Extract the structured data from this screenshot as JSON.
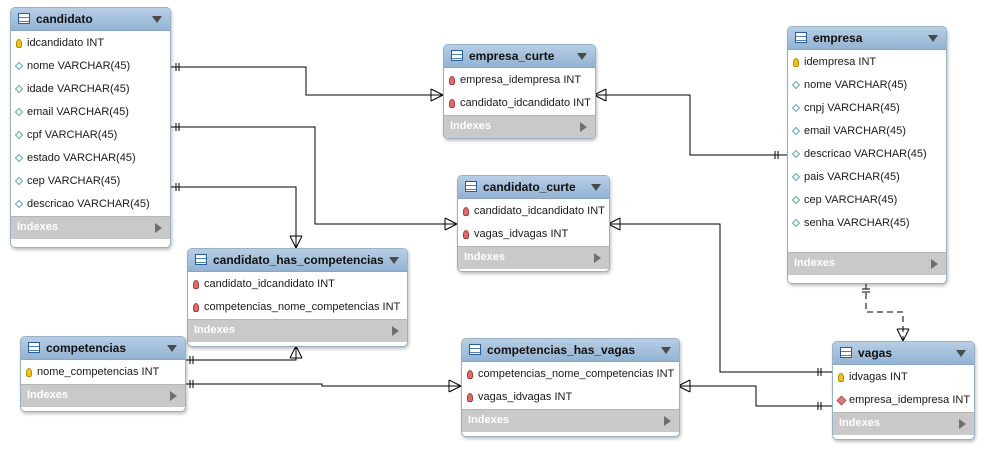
{
  "tables": {
    "candidato": {
      "name": "candidato",
      "columns": [
        {
          "label": "idcandidato INT",
          "kind": "pk"
        },
        {
          "label": "nome VARCHAR(45)",
          "kind": "col"
        },
        {
          "label": "idade VARCHAR(45)",
          "kind": "col"
        },
        {
          "label": "email VARCHAR(45)",
          "kind": "col"
        },
        {
          "label": "cpf VARCHAR(45)",
          "kind": "col"
        },
        {
          "label": "estado VARCHAR(45)",
          "kind": "col"
        },
        {
          "label": "cep VARCHAR(45)",
          "kind": "col"
        },
        {
          "label": "descricao VARCHAR(45)",
          "kind": "col"
        }
      ],
      "indexes_label": "Indexes"
    },
    "empresa_curte": {
      "name": "empresa_curte",
      "columns": [
        {
          "label": "empresa_idempresa INT",
          "kind": "fk"
        },
        {
          "label": "candidato_idcandidato INT",
          "kind": "fk"
        }
      ],
      "indexes_label": "Indexes"
    },
    "empresa": {
      "name": "empresa",
      "columns": [
        {
          "label": "idempresa INT",
          "kind": "pk"
        },
        {
          "label": "nome VARCHAR(45)",
          "kind": "col"
        },
        {
          "label": "cnpj VARCHAR(45)",
          "kind": "col"
        },
        {
          "label": "email VARCHAR(45)",
          "kind": "col"
        },
        {
          "label": "descricao VARCHAR(45)",
          "kind": "col"
        },
        {
          "label": "pais VARCHAR(45)",
          "kind": "col"
        },
        {
          "label": "cep VARCHAR(45)",
          "kind": "col"
        },
        {
          "label": "senha VARCHAR(45)",
          "kind": "col"
        }
      ],
      "indexes_label": "Indexes"
    },
    "candidato_curte": {
      "name": "candidato_curte",
      "columns": [
        {
          "label": "candidato_idcandidato INT",
          "kind": "fk"
        },
        {
          "label": "vagas_idvagas INT",
          "kind": "fk"
        }
      ],
      "indexes_label": "Indexes"
    },
    "candidato_has_competencias": {
      "name": "candidato_has_competencias",
      "columns": [
        {
          "label": "candidato_idcandidato INT",
          "kind": "fk"
        },
        {
          "label": "competencias_nome_competencias INT",
          "kind": "fk"
        }
      ],
      "indexes_label": "Indexes"
    },
    "competencias": {
      "name": "competencias",
      "columns": [
        {
          "label": "nome_competencias INT",
          "kind": "pk"
        }
      ],
      "indexes_label": "Indexes"
    },
    "competencias_has_vagas": {
      "name": "competencias_has_vagas",
      "columns": [
        {
          "label": "competencias_nome_competencias INT",
          "kind": "fk"
        },
        {
          "label": "vagas_idvagas INT",
          "kind": "fk"
        }
      ],
      "indexes_label": "Indexes"
    },
    "vagas": {
      "name": "vagas",
      "columns": [
        {
          "label": "idvagas INT",
          "kind": "pk"
        },
        {
          "label": "empresa_idempresa INT",
          "kind": "fkc"
        }
      ],
      "indexes_label": "Indexes"
    }
  }
}
